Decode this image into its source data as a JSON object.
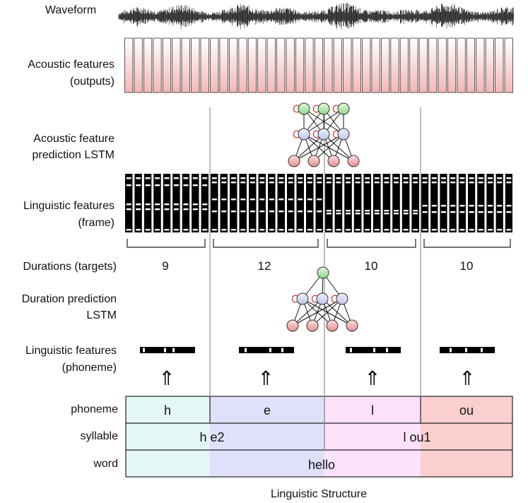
{
  "labels": {
    "waveform": "Waveform",
    "acoustic_features": [
      "Acoustic features",
      "(outputs)"
    ],
    "acoustic_lstm": [
      "Acoustic feature",
      "prediction LSTM"
    ],
    "ling_frame": [
      "Linguistic features",
      "(frame)"
    ],
    "durations": "Durations (targets)",
    "duration_lstm": [
      "Duration prediction",
      "LSTM"
    ],
    "ling_phoneme": [
      "Linguistic features",
      "(phoneme)"
    ],
    "row_phoneme": "phoneme",
    "row_syllable": "syllable",
    "row_word": "word",
    "footer": "Linguistic Structure"
  },
  "arrow_glyph": "⇑",
  "durations": [
    "9",
    "12",
    "10",
    "10"
  ],
  "structure": {
    "phonemes": [
      "h",
      "e",
      "l",
      "ou"
    ],
    "syllables": [
      "h e2",
      "l ou1"
    ],
    "word": "hello"
  },
  "colors": {
    "phoneme_h": "#e3f8f6",
    "phoneme_e": "#e0e0fb",
    "phoneme_l": "#fce2fa",
    "phoneme_ou": "#fbcfcf",
    "frame_fill": "#000000",
    "acoustic_bar_top": "#ffffff",
    "acoustic_bar_bottom": "#f3b6b6",
    "node_output": "#aee8a4",
    "node_hidden": "#d6d8f0",
    "node_input": "#f3b1b1",
    "recurrent_loop": "#d23030",
    "boundary_line": "#9a9a9a"
  }
}
